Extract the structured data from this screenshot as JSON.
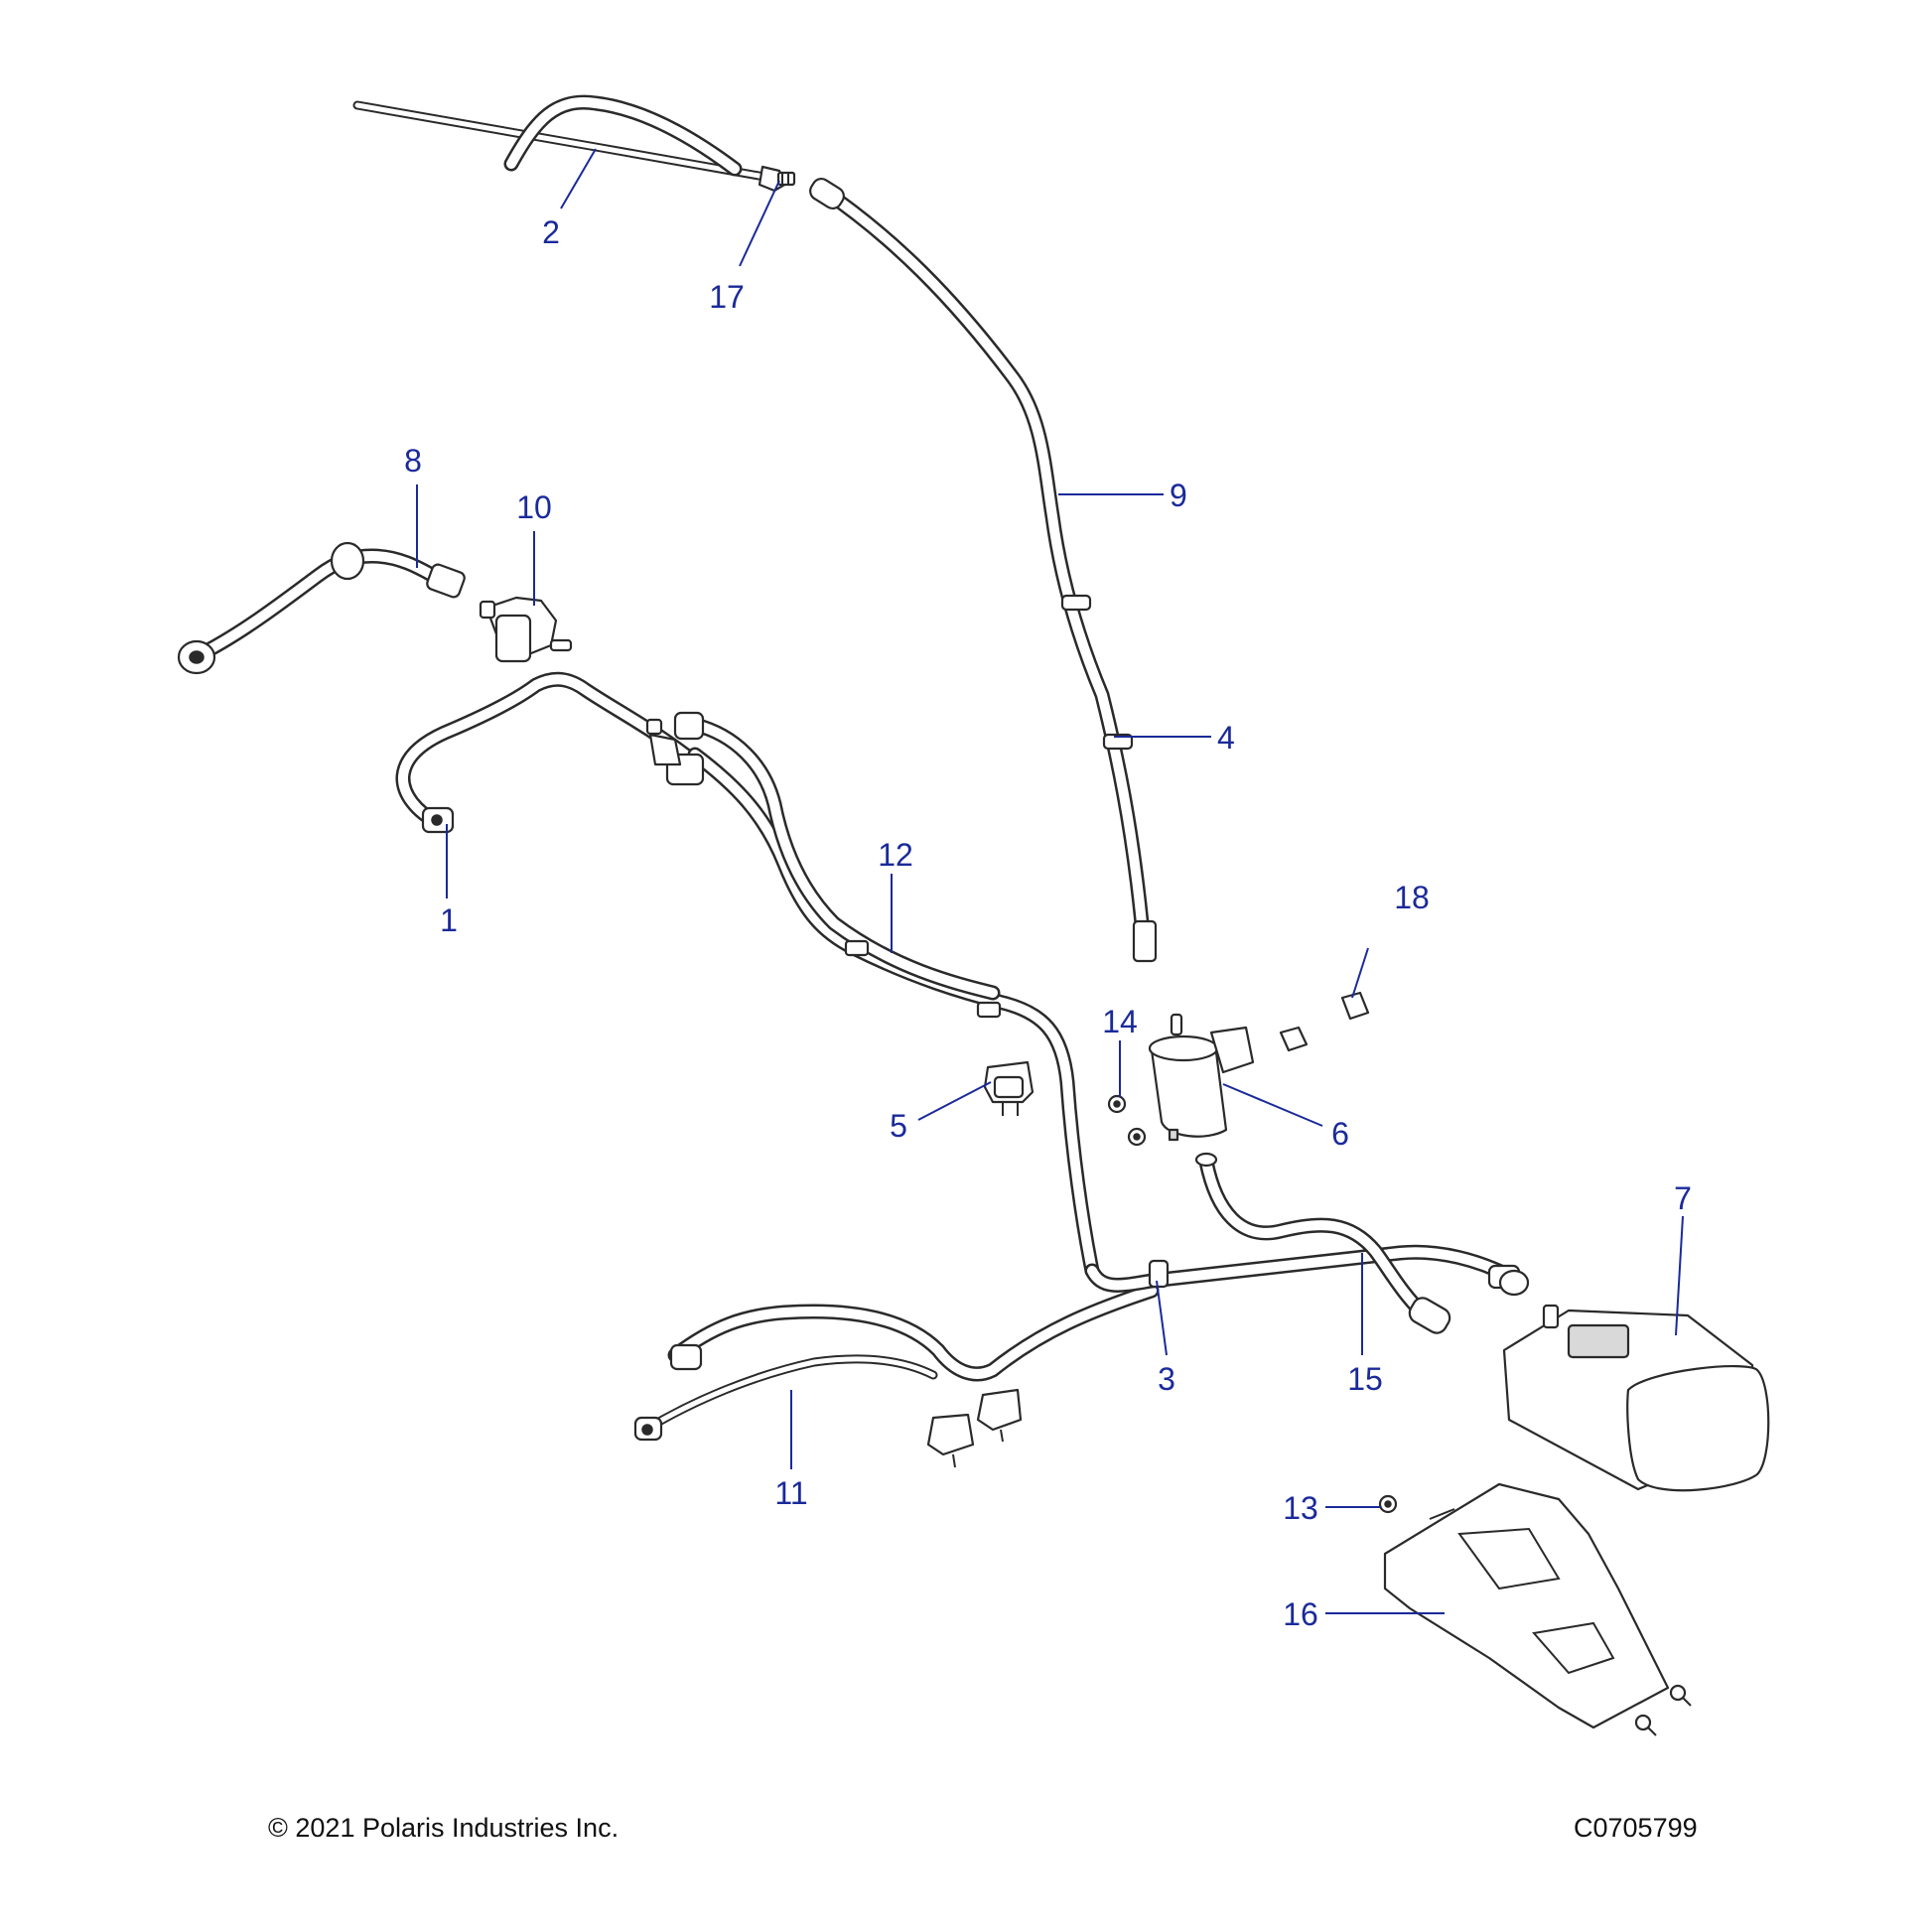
{
  "callouts": {
    "c1": "1",
    "c2": "2",
    "c3": "3",
    "c4": "4",
    "c5": "5",
    "c6": "6",
    "c7": "7",
    "c8": "8",
    "c9": "9",
    "c10": "10",
    "c11": "11",
    "c12": "12",
    "c13": "13",
    "c14": "14",
    "c15": "15",
    "c16": "16",
    "c17": "17",
    "c18": "18"
  },
  "footer": {
    "copyright": "© 2021 Polaris Industries Inc.",
    "figure_id": "C0705799"
  },
  "colors": {
    "callout": "#1a2a9a",
    "line_art": "#2a2a2a",
    "background": "#ffffff"
  }
}
